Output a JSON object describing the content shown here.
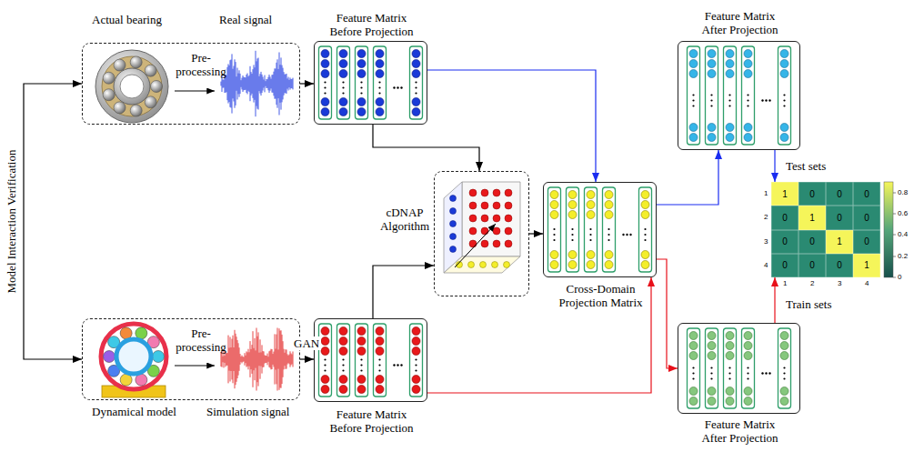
{
  "diagram": {
    "nodes": [
      {
        "text": [
          "Actual bearing",
          "Real signal",
          "Pre-processing"
        ]
      },
      {
        "text": [
          "Feature Matrix Before Projection"
        ]
      },
      {
        "text": [
          "cDNAP Algorithm"
        ]
      },
      {
        "text": [
          "Cross-Domain Projection Matrix"
        ]
      },
      {
        "text": [
          "Feature Matrix After Projection"
        ]
      },
      {
        "text": [
          "1",
          "0",
          "0",
          "0",
          "0",
          "1",
          "0",
          "0",
          "0",
          "0",
          "1",
          "0",
          "0",
          "0",
          "0",
          "1"
        ]
      },
      {
        "text": [
          "Pre-processing",
          "Dynamical model",
          "Simulation signal"
        ]
      },
      {
        "text": [
          "Feature Matrix Before Projection"
        ]
      },
      {
        "text": [
          "Feature Matrix After Projection"
        ]
      }
    ],
    "edges": [
      {
        "from": 0,
        "to": 6,
        "arrow": "both",
        "label": "Model Interaction Verification"
      },
      {
        "from": 0,
        "to": 1,
        "arrow": "to"
      },
      {
        "from": 6,
        "to": 7,
        "arrow": "to",
        "label": "GAN"
      },
      {
        "from": 1,
        "to": 2,
        "arrow": "to"
      },
      {
        "from": 7,
        "to": 2,
        "arrow": "to"
      },
      {
        "from": 2,
        "to": 3,
        "arrow": "to"
      },
      {
        "from": 1,
        "to": 3,
        "arrow": "to"
      },
      {
        "from": 7,
        "to": 3,
        "arrow": "to"
      },
      {
        "from": 3,
        "to": 4,
        "arrow": "to"
      },
      {
        "from": 3,
        "to": 8,
        "arrow": "to"
      },
      {
        "from": 4,
        "to": 5,
        "arrow": "to",
        "label": "Test sets"
      },
      {
        "from": 8,
        "to": 5,
        "arrow": "to",
        "label": "Train sets"
      }
    ],
    "labels": [
      "1",
      "2",
      "3",
      "4",
      "1",
      "2",
      "3",
      "4",
      "0.8",
      "0.6",
      "0.4",
      "0.2",
      "0"
    ]
  }
}
